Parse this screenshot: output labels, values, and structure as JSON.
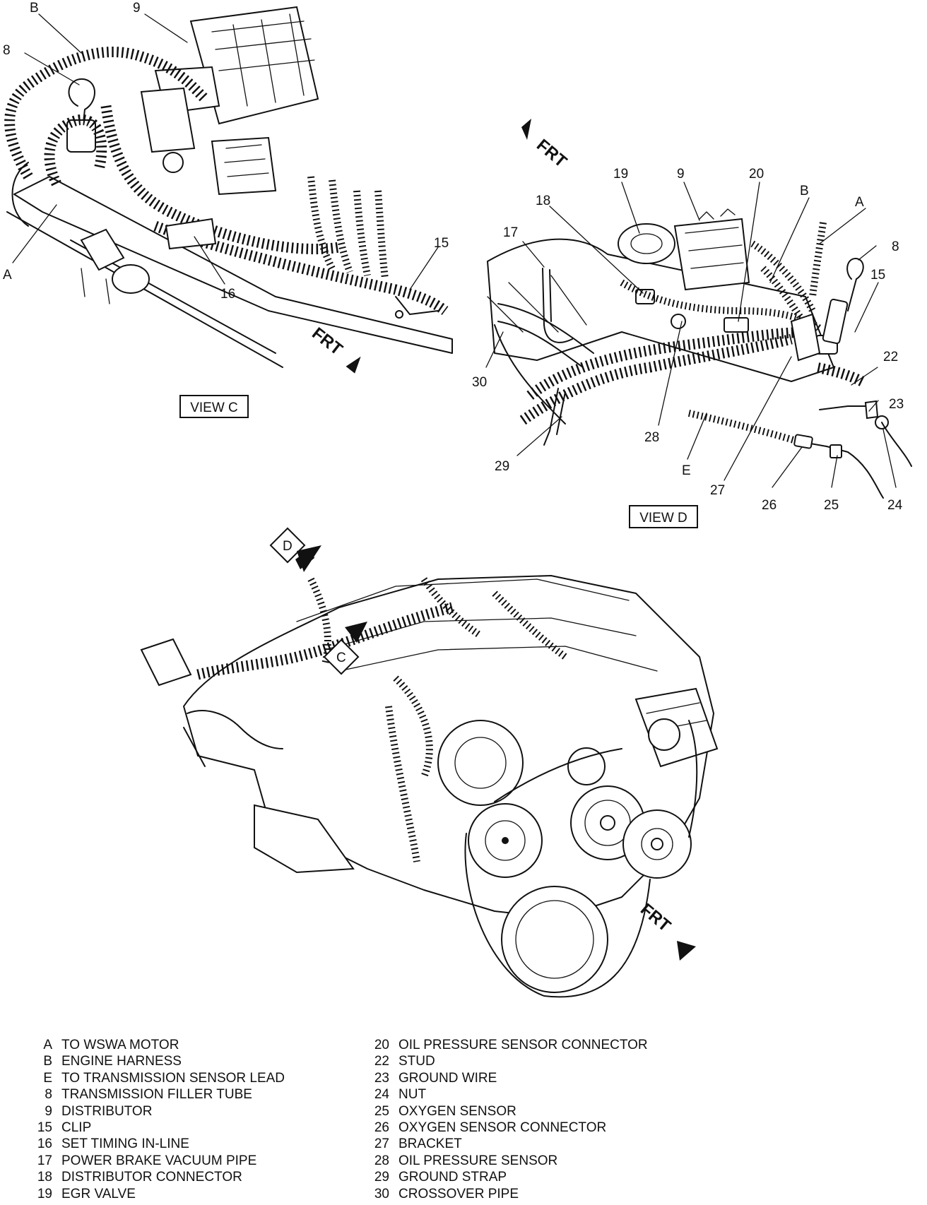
{
  "views": {
    "c": {
      "label": "VIEW C"
    },
    "d": {
      "label": "VIEW D"
    }
  },
  "direction": {
    "frt": "FRT"
  },
  "view_markers": {
    "c": "C",
    "d": "D"
  },
  "callouts": {
    "view_c": [
      "B",
      "9",
      "8",
      "A",
      "16",
      "15"
    ],
    "view_d": [
      "19",
      "9",
      "20",
      "B",
      "A",
      "18",
      "17",
      "8",
      "15",
      "22",
      "23",
      "30",
      "28",
      "29",
      "E",
      "27",
      "26",
      "25",
      "24"
    ]
  },
  "legend": [
    {
      "key": "A",
      "text": "TO WSWA MOTOR"
    },
    {
      "key": "B",
      "text": "ENGINE HARNESS"
    },
    {
      "key": "E",
      "text": "TO TRANSMISSION SENSOR LEAD"
    },
    {
      "key": "8",
      "text": "TRANSMISSION FILLER TUBE"
    },
    {
      "key": "9",
      "text": "DISTRIBUTOR"
    },
    {
      "key": "15",
      "text": "CLIP"
    },
    {
      "key": "16",
      "text": "SET TIMING IN-LINE"
    },
    {
      "key": "17",
      "text": "POWER BRAKE VACUUM PIPE"
    },
    {
      "key": "18",
      "text": "DISTRIBUTOR CONNECTOR"
    },
    {
      "key": "19",
      "text": "EGR VALVE"
    },
    {
      "key": "20",
      "text": "OIL PRESSURE SENSOR CONNECTOR"
    },
    {
      "key": "22",
      "text": "STUD"
    },
    {
      "key": "23",
      "text": "GROUND WIRE"
    },
    {
      "key": "24",
      "text": "NUT"
    },
    {
      "key": "25",
      "text": "OXYGEN SENSOR"
    },
    {
      "key": "26",
      "text": "OXYGEN SENSOR CONNECTOR"
    },
    {
      "key": "27",
      "text": "BRACKET"
    },
    {
      "key": "28",
      "text": "OIL PRESSURE SENSOR"
    },
    {
      "key": "29",
      "text": "GROUND STRAP"
    },
    {
      "key": "30",
      "text": "CROSSOVER PIPE"
    }
  ]
}
